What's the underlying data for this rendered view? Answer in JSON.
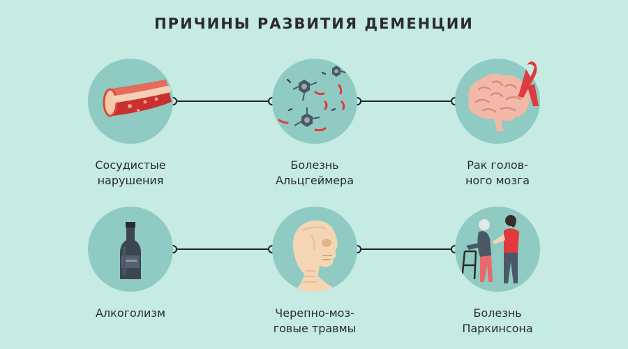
{
  "title": "ПРИЧИНЫ РАЗВИТИЯ ДЕМЕНЦИИ",
  "colors": {
    "background": "#c5ebe3",
    "circle": "#8fcbc2",
    "line": "#222222",
    "accent_red": "#e0393e"
  },
  "items": [
    {
      "icon": "blood-vessel-icon",
      "lines": [
        "Сосудистые",
        "нарушения"
      ]
    },
    {
      "icon": "neurons-icon",
      "lines": [
        "Болезнь",
        "Альцгеймера"
      ]
    },
    {
      "icon": "brain-ribbon-icon",
      "lines": [
        "Рак голов-",
        "ного мозга"
      ]
    },
    {
      "icon": "bottle-icon",
      "lines": [
        "Алкоголизм"
      ]
    },
    {
      "icon": "skull-icon",
      "lines": [
        "Черепно-моз-",
        "говые травмы"
      ]
    },
    {
      "icon": "elderly-walker-icon",
      "lines": [
        "Болезнь",
        "Паркинсона"
      ]
    }
  ]
}
